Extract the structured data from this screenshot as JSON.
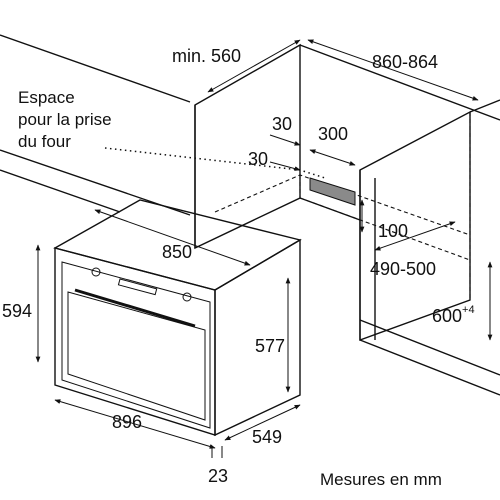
{
  "labels": {
    "min_depth": "min. 560",
    "niche_width": "860-864",
    "socket_space_line1": "Espace",
    "socket_space_line2": "pour la prise",
    "socket_space_line3": "du four",
    "socket_offset_top": "30",
    "socket_width": "300",
    "socket_offset_side": "30",
    "oven_width_inner": "850",
    "vent_depth": "100",
    "niche_height": "490-500",
    "niche_height_min": "600",
    "niche_height_tolerance": "+4",
    "oven_height": "594",
    "door_height": "577",
    "oven_width": "896",
    "oven_depth": "549",
    "front_thickness": "23",
    "units_note": "Mesures en mm"
  },
  "colors": {
    "line": "#111111",
    "socket_fill": "#8a8a8a",
    "oven_fill": "#ffffff"
  }
}
